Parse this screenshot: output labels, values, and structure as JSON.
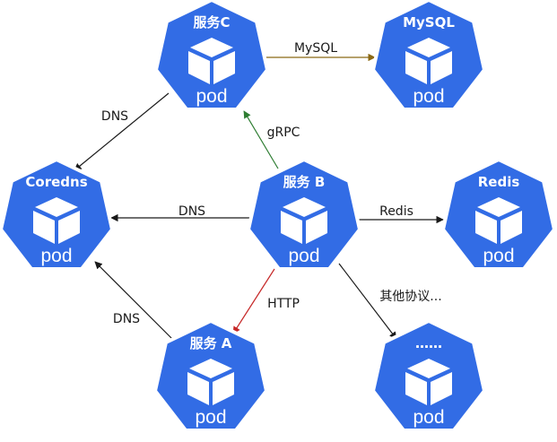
{
  "colors": {
    "pod_fill": "#326ce5",
    "pod_border": "#ffffff",
    "edge_default": "#1a1a1a",
    "edge_mysql": "#8b6914",
    "edge_grpc": "#2e7d32",
    "edge_http": "#c62828"
  },
  "icon": "kubernetes-pod-cube-icon",
  "nodes": {
    "service_c": {
      "title": "服务C",
      "sub": "pod"
    },
    "mysql": {
      "title": "MySQL",
      "sub": "pod"
    },
    "coredns": {
      "title": "Coredns",
      "sub": "pod"
    },
    "service_b": {
      "title": "服务 B",
      "sub": "pod"
    },
    "redis": {
      "title": "Redis",
      "sub": "pod"
    },
    "service_a": {
      "title": "服务 A",
      "sub": "pod"
    },
    "other": {
      "title": "……",
      "sub": "pod"
    }
  },
  "edges": {
    "c_mysql": "MySQL",
    "c_coredns": "DNS",
    "b_c": "gRPC",
    "b_coredns": "DNS",
    "b_redis": "Redis",
    "b_a": "HTTP",
    "b_other": "其他协议...",
    "a_coredns": "DNS"
  }
}
